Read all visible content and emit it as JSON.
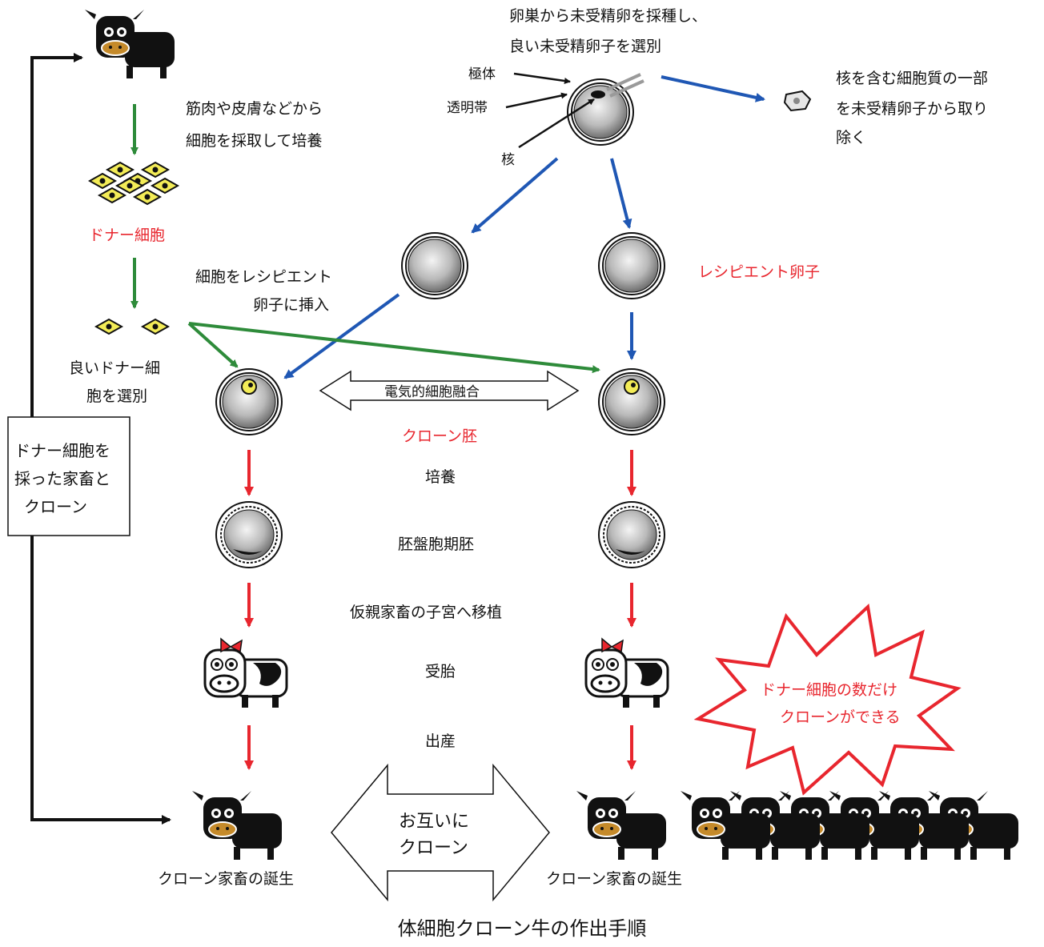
{
  "caption": "体細胞クローン牛の作出手順",
  "left_column": {
    "step_collect_line1": "筋肉や皮膚などから",
    "step_collect_line2": "細胞を採取して培養",
    "donor_cell": "ドナー細胞",
    "select_line1": "良いドナー細",
    "select_line2": "胞を選別",
    "side_box_line1": "ドナー細胞を",
    "side_box_line2": "採った家畜と",
    "side_box_line3": "クローン"
  },
  "top": {
    "oocyte_line1": "卵巣から未受精卵を採種し、",
    "oocyte_line2": "良い未受精卵子を選別",
    "polar_body": "極体",
    "zona": "透明帯",
    "nucleus": "核",
    "enucleate_line1": "核を含む細胞質の一部",
    "enucleate_line2": "を未受精卵子から取り",
    "enucleate_line3": "除く"
  },
  "middle": {
    "recipient_egg": "レシピエント卵子",
    "insert_line1": "細胞をレシピエント",
    "insert_line2": "卵子に挿入",
    "fusion": "電気的細胞融合",
    "clone_embryo": "クローン胚",
    "culture": "培養",
    "blastocyst": "胚盤胞期胚",
    "transfer": "仮親家畜の子宮へ移植",
    "pregnancy": "受胎",
    "birth": "出産",
    "mutual_line1": "お互いに",
    "mutual_line2": "クローン",
    "clone_birth_left": "クローン家畜の誕生",
    "clone_birth_right": "クローン家畜の誕生"
  },
  "burst": {
    "line1": "ドナー細胞の数だけ",
    "line2": "クローンができる"
  },
  "colors": {
    "green": "#2e8b3a",
    "blue": "#1f57b4",
    "red": "#e8262e",
    "black": "#111111",
    "cell_yellow": "#f3ec57"
  }
}
